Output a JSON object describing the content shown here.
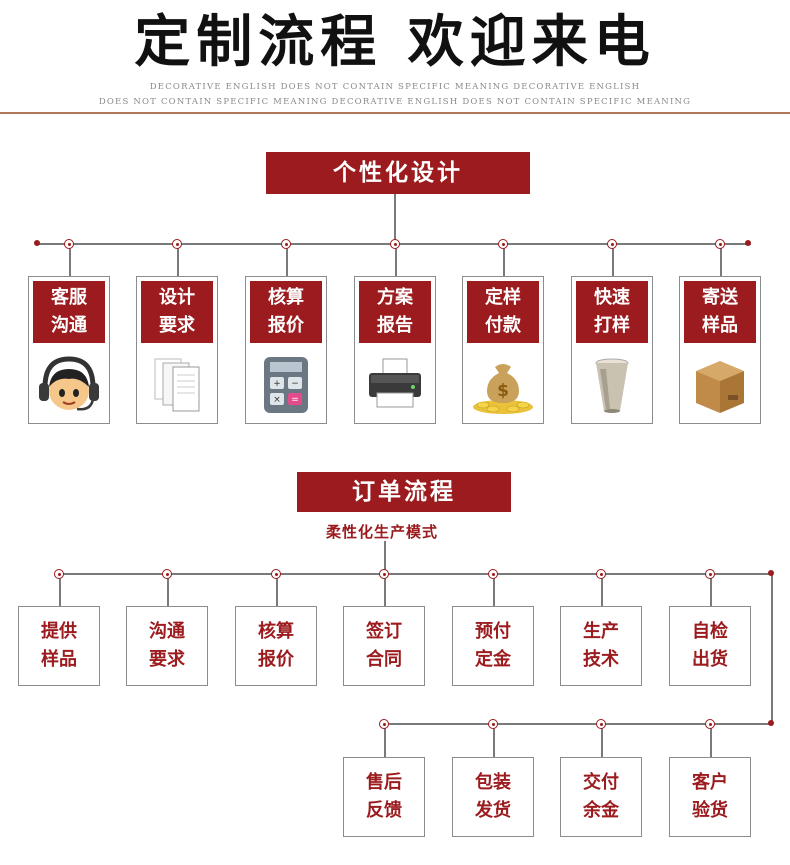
{
  "header": {
    "title": "定制流程 欢迎来电",
    "deco_line_1": "DECORATIVE ENGLISH DOES NOT CONTAIN SPECIFIC MEANING DECORATIVE ENGLISH",
    "deco_line_2": "DOES NOT CONTAIN SPECIFIC MEANING DECORATIVE ENGLISH DOES NOT CONTAIN SPECIFIC MEANING"
  },
  "design": {
    "banner": "个性化设计",
    "steps": [
      {
        "l1": "客服",
        "l2": "沟通",
        "icon": "headset-support-icon"
      },
      {
        "l1": "设计",
        "l2": "要求",
        "icon": "documents-icon"
      },
      {
        "l1": "核算",
        "l2": "报价",
        "icon": "calculator-icon"
      },
      {
        "l1": "方案",
        "l2": "报告",
        "icon": "printer-icon"
      },
      {
        "l1": "定样",
        "l2": "付款",
        "icon": "money-bag-icon"
      },
      {
        "l1": "快速",
        "l2": "打样",
        "icon": "sample-cup-icon"
      },
      {
        "l1": "寄送",
        "l2": "样品",
        "icon": "shipping-box-icon"
      }
    ]
  },
  "order": {
    "banner": "订单流程",
    "subtitle": "柔性化生产模式",
    "row1": [
      {
        "l1": "提供",
        "l2": "样品"
      },
      {
        "l1": "沟通",
        "l2": "要求"
      },
      {
        "l1": "核算",
        "l2": "报价"
      },
      {
        "l1": "签订",
        "l2": "合同"
      },
      {
        "l1": "预付",
        "l2": "定金"
      },
      {
        "l1": "生产",
        "l2": "技术"
      },
      {
        "l1": "自检",
        "l2": "出货"
      }
    ],
    "row2": [
      {
        "l1": "售后",
        "l2": "反馈"
      },
      {
        "l1": "包装",
        "l2": "发货"
      },
      {
        "l1": "交付",
        "l2": "余金"
      },
      {
        "l1": "客户",
        "l2": "验货"
      }
    ]
  },
  "colors": {
    "accent": "#9b1b1e",
    "line": "#7a7a7a",
    "divider": "#b07a5a"
  }
}
